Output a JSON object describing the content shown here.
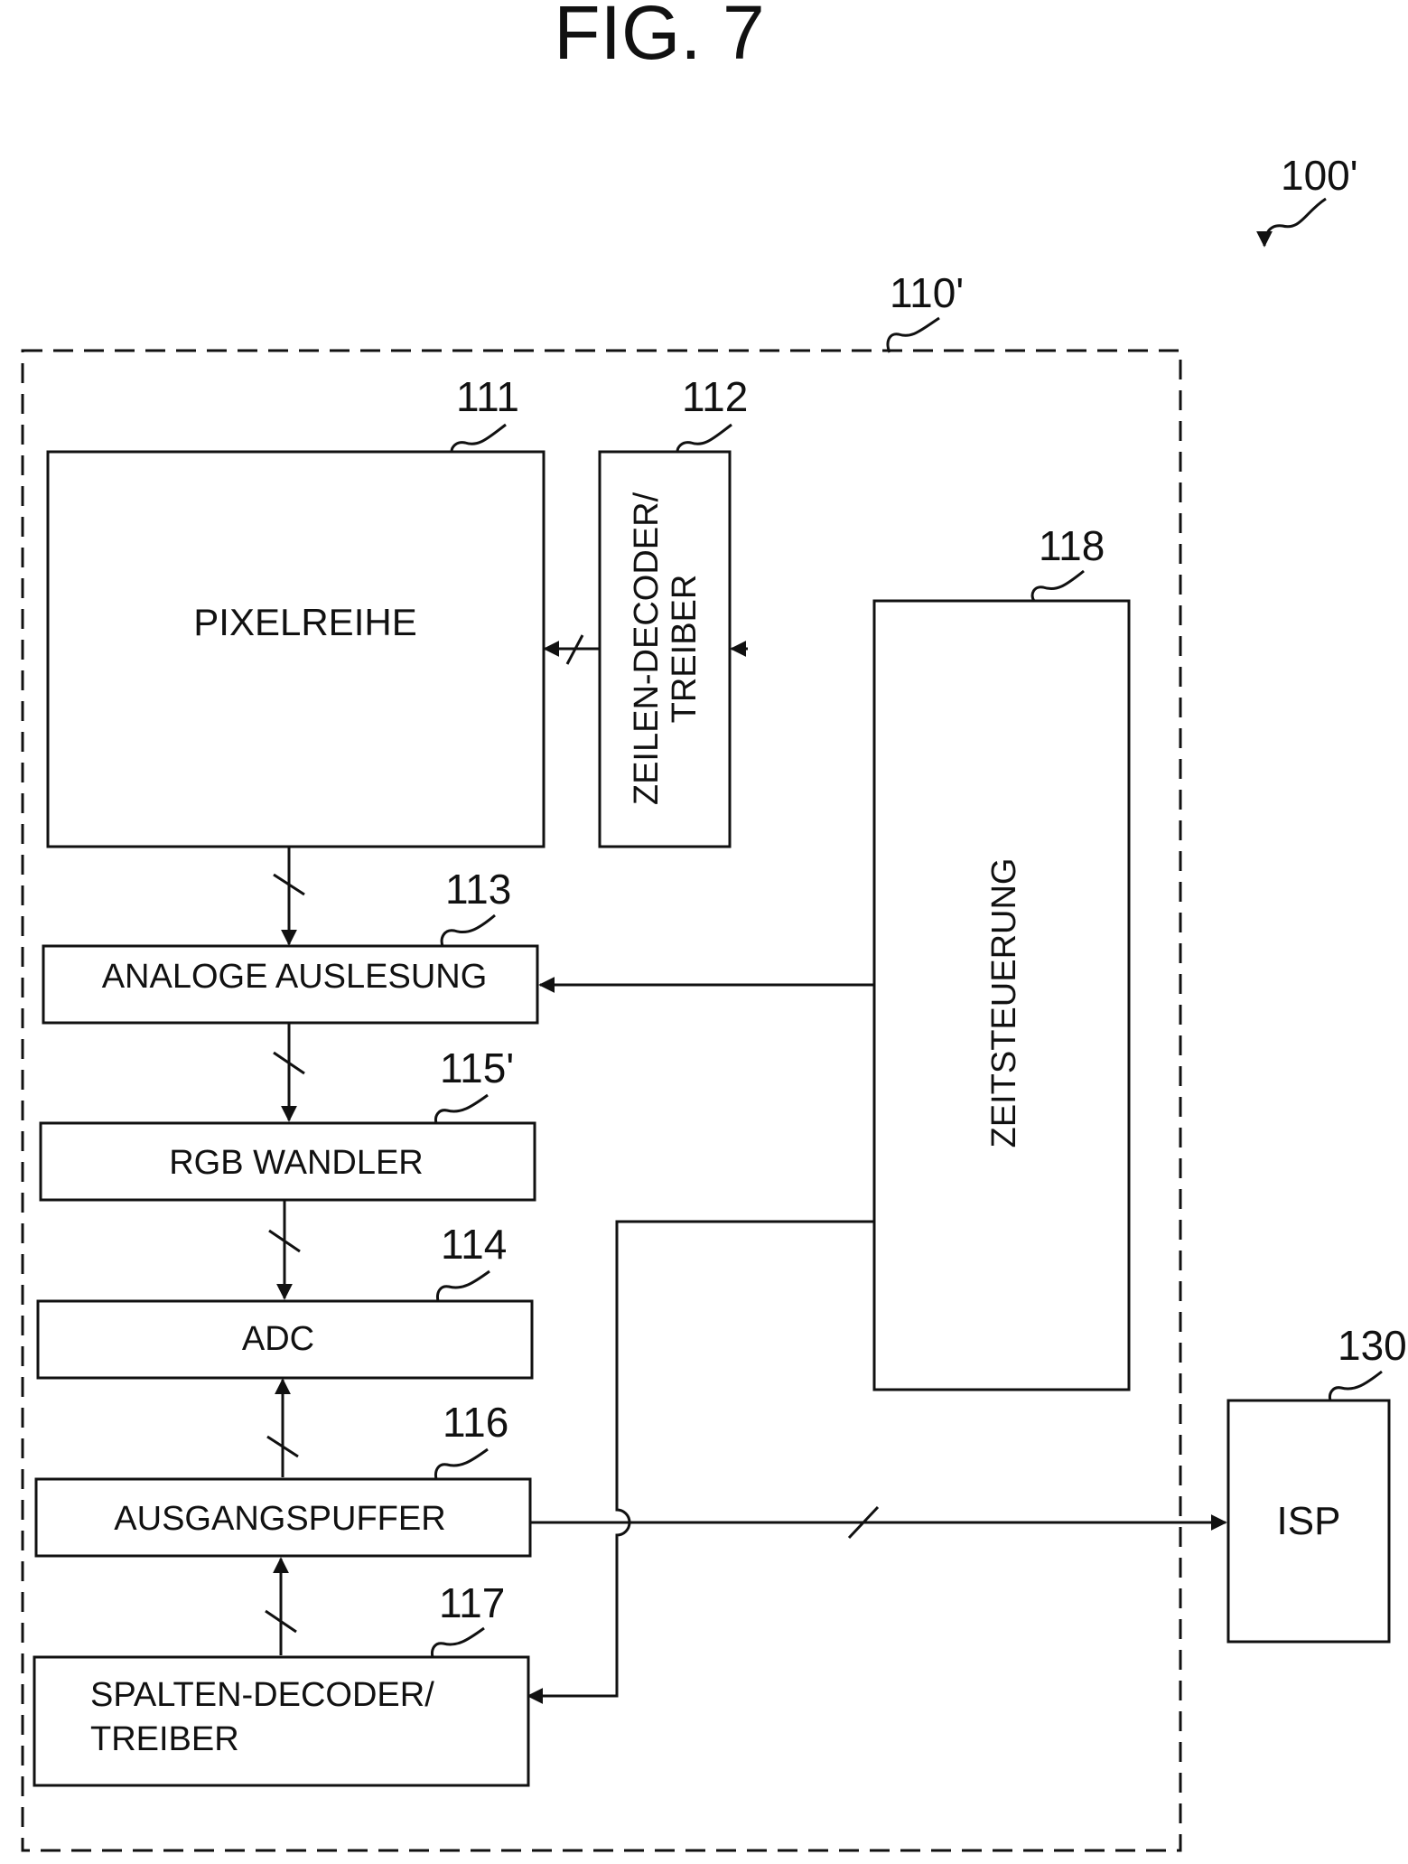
{
  "figure_title": "FIG. 7",
  "system_ref": "100'",
  "chip_ref": "110'",
  "blocks": {
    "pixel_array": {
      "ref": "111",
      "label": "PIXELREIHE"
    },
    "row_decoder": {
      "ref": "112",
      "line1": "ZEILEN-DECODER/",
      "line2": "TREIBER"
    },
    "analog_readout": {
      "ref": "113",
      "label": "ANALOGE AUSLESUNG"
    },
    "rgb_converter": {
      "ref": "115'",
      "label": "RGB WANDLER"
    },
    "adc": {
      "ref": "114",
      "label": "ADC"
    },
    "output_buffer": {
      "ref": "116",
      "label": "AUSGANGSPUFFER"
    },
    "column_decoder": {
      "ref": "117",
      "line1": "SPALTEN-DECODER/",
      "line2": "TREIBER"
    },
    "timing_control": {
      "ref": "118",
      "label": "ZEITSTEUERUNG"
    },
    "isp": {
      "ref": "130",
      "label": "ISP"
    }
  }
}
